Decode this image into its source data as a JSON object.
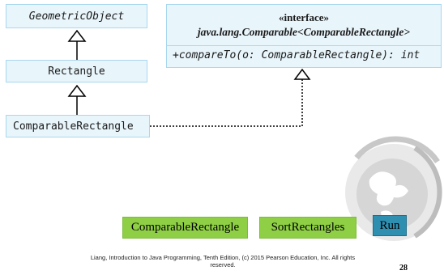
{
  "diagram": {
    "classes": {
      "geometric_object": "GeometricObject",
      "rectangle": "Rectangle",
      "comparable_rectangle": "ComparableRectangle"
    },
    "interface": {
      "stereotype": "«interface»",
      "name": "java.lang.Comparable<ComparableRectangle>",
      "operation": "+compareTo(o: ComparableRectangle): int"
    }
  },
  "buttons": {
    "comparable_rectangle": "ComparableRectangle",
    "sort_rectangles": "SortRectangles",
    "run": "Run"
  },
  "footer": {
    "citation": "Liang, Introduction to Java Programming, Tenth Edition, (c) 2015 Pearson Education, Inc. All rights reserved.",
    "page_number": "28"
  },
  "colors": {
    "box_fill": "#e8f5fb",
    "box_border": "#a9d8ee",
    "green_button": "#8ecf45",
    "run_button": "#2f8fb1"
  }
}
